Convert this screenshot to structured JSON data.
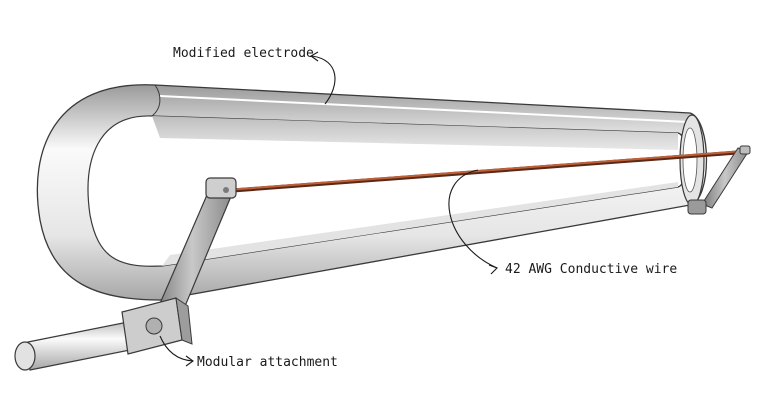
{
  "diagram": {
    "labels": {
      "electrode": "Modified electrode",
      "wire": "42 AWG Conductive wire",
      "attachment": "Modular attachment"
    },
    "colors": {
      "tube_light": "#fafafa",
      "tube_mid": "#d9d9d9",
      "tube_dark": "#9a9a9a",
      "outline": "#3a3a3a",
      "wire": "#b0532e",
      "bracket": "#8f8f8f"
    }
  }
}
